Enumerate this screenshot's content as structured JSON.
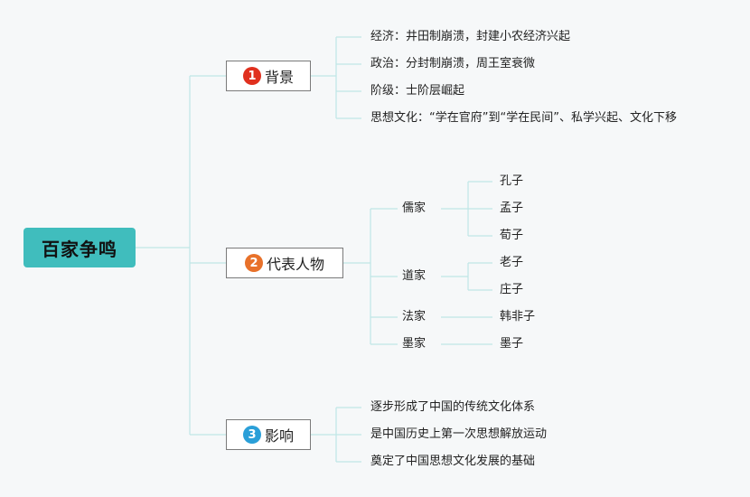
{
  "root": {
    "label": "百家争鸣"
  },
  "branches": [
    {
      "number": "1",
      "label": "背景",
      "color": "#e0301e",
      "items": [
        "经济：井田制崩溃，封建小农经济兴起",
        "政治：分封制崩溃，周王室衰微",
        "阶级：士阶层崛起",
        "思想文化：“学在官府”到“学在民间”、私学兴起、文化下移"
      ]
    },
    {
      "number": "2",
      "label": "代表人物",
      "color": "#e8712a",
      "schools": [
        {
          "name": "儒家",
          "people": [
            "孔子",
            "孟子",
            "荀子"
          ]
        },
        {
          "name": "道家",
          "people": [
            "老子",
            "庄子"
          ]
        },
        {
          "name": "法家",
          "people": [
            "韩非子"
          ]
        },
        {
          "name": "墨家",
          "people": [
            "墨子"
          ]
        }
      ]
    },
    {
      "number": "3",
      "label": "影响",
      "color": "#2a9fd8",
      "items": [
        "逐步形成了中国的传统文化体系",
        "是中国历史上第一次思想解放运动",
        "奠定了中国思想文化发展的基础"
      ]
    }
  ]
}
